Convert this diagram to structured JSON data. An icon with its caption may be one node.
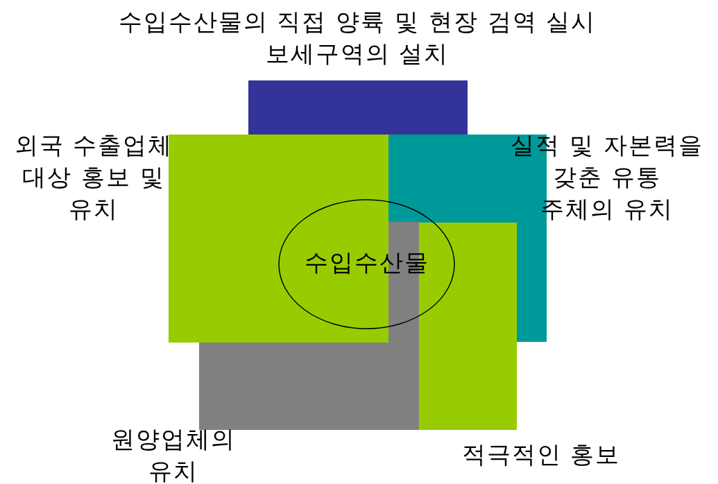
{
  "diagram": {
    "nodes": [
      {
        "text": [
          "수입수산물의 직접 양륙 및 현장 검역 실시 보세구역의 설치"
        ]
      },
      {
        "text": [
          "실적 및 자본력을 갖춘 유통 주체의 유치"
        ]
      },
      {
        "text": [
          "원양업체의 유치"
        ]
      },
      {
        "text": [
          "외국 수출업체 대상 홍보 및 유치"
        ]
      },
      {
        "text": [
          "적극적인 홍보"
        ]
      },
      {
        "text": [
          "수입수산물"
        ]
      }
    ]
  }
}
